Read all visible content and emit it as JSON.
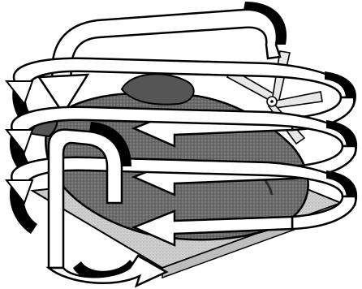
{
  "diagram": {
    "subject": "convection-oven-airflow",
    "icons": {
      "fan": "fan-icon",
      "food": "roast-chicken-icon",
      "tray": "baking-tray-icon",
      "airflow": "circular-arrow-icon"
    },
    "colors": {
      "outline": "#000000",
      "arrow_fill": "#ffffff",
      "food_fill": "#6a6a6a",
      "food_dark": "#333333",
      "tray_fill": "#d8d8d8",
      "background": "#ffffff"
    },
    "airflow_rings": 3,
    "inward_arrows_per_ring": 1
  }
}
